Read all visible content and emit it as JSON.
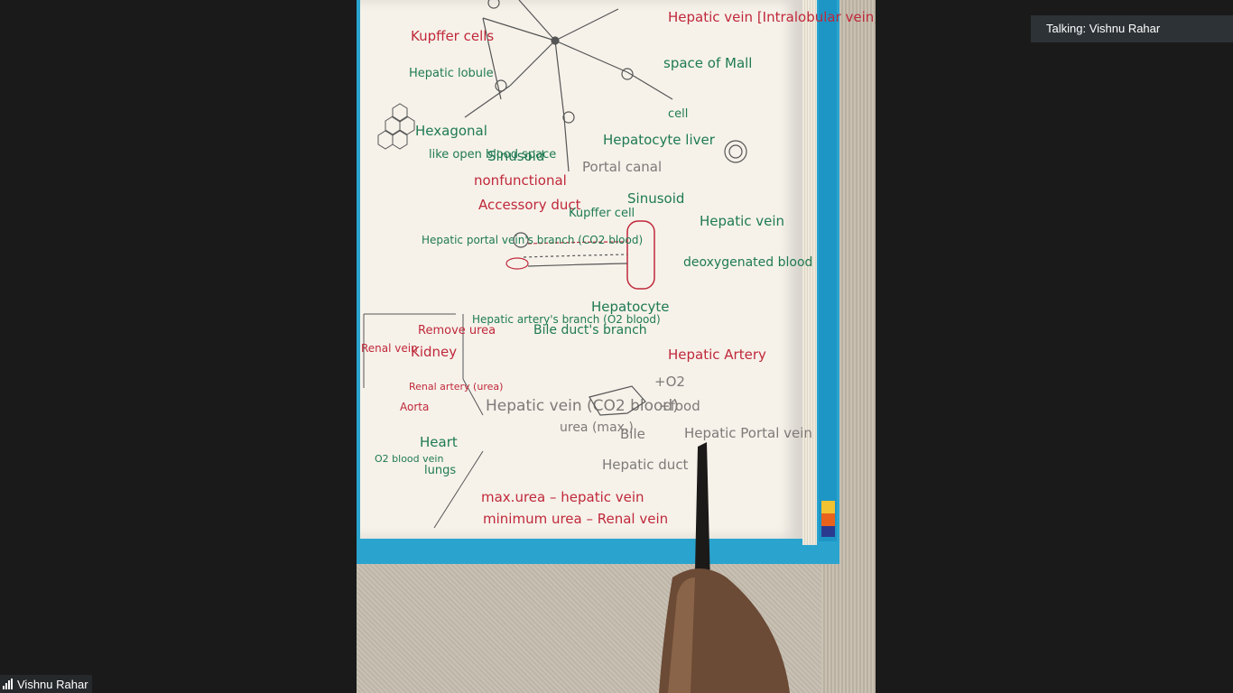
{
  "talking_indicator": {
    "text": "Talking: Vishnu Rahar"
  },
  "participant": {
    "name": "Vishnu Rahar",
    "icon": "signal-bars-icon"
  },
  "notebook": {
    "labels": {
      "kupffer_cells": "Kupffer cells",
      "hepatic_lobule": "Hepatic lobule",
      "hexagonal": "Hexagonal",
      "hepatic_vein_intralobular": "Hepatic vein [Intralobular vein]",
      "space_of_mall": "space of Mall",
      "cell": "cell",
      "hepatocyte_liver": "Hepatocyte liver",
      "portal_canal": "Portal canal",
      "sinusoid": "Sinusoid",
      "nonfunctional": "nonfunctional",
      "accessory_duct": "Accessory duct",
      "like_open_blood_space": "like open blood space",
      "kupffer_cell": "Kupffer cell",
      "sinusoid_2": "Sinusoid",
      "hepatic_vein": "Hepatic vein",
      "deoxygenated_blood": "deoxygenated blood",
      "hepatic_portal_vein_branch": "Hepatic portal vein's branch (CO2 blood)",
      "hepatocyte": "Hepatocyte",
      "hepatic_artery_branch": "Hepatic artery's branch (O2 blood)",
      "bile_duct_branch": "Bile duct's branch",
      "remove_urea": "Remove urea",
      "kidney": "Kidney",
      "renal_vein": "Renal vein",
      "renal_artery": "Renal artery (urea)",
      "aorta": "Aorta",
      "heart": "Heart",
      "lungs": "lungs",
      "o2_blood_vein": "O2 blood vein",
      "hepatic_vein_co2": "Hepatic vein (CO2 blood)",
      "urea_max": "urea (max.)",
      "hepatic_artery": "Hepatic Artery",
      "o2": "+O2",
      "food": "+food",
      "bile": "Bile",
      "hepatic_duct": "Hepatic duct",
      "hepatic_portal_vein": "Hepatic Portal vein",
      "max_urea": "max.urea – hepatic vein",
      "min_urea": "minimum urea – Renal vein"
    }
  },
  "colors": {
    "background": "#1a1a1a",
    "talking_bar": "#2d3236",
    "name_tag": "#26292b",
    "book_cover": "#2aa4cf",
    "ink_red": "#c0283a",
    "ink_green": "#1f7a52",
    "ink_grey": "#7d7a78"
  }
}
